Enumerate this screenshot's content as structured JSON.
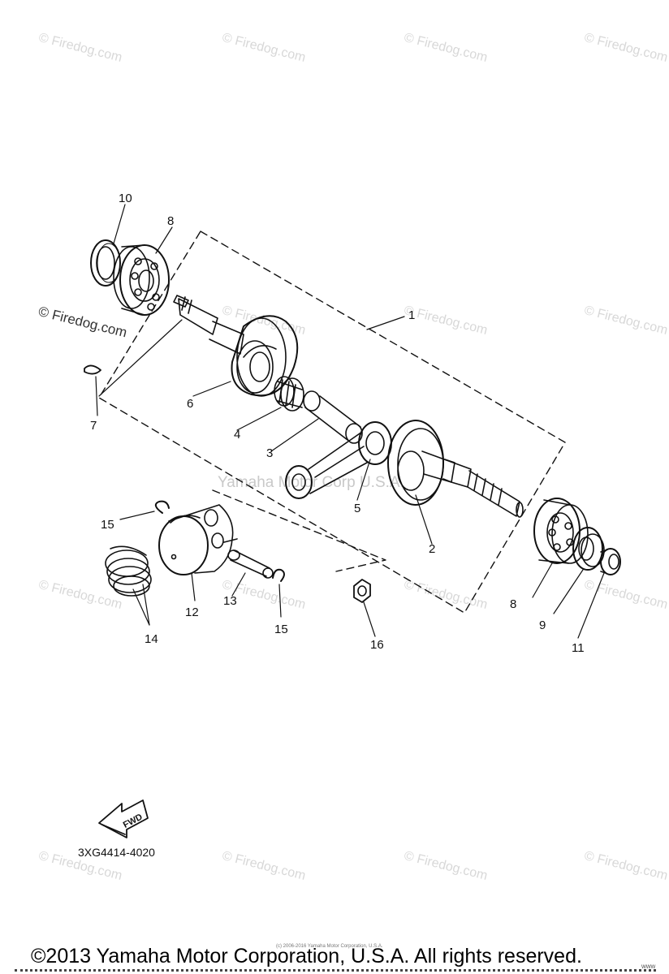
{
  "watermark": {
    "text": "© Firedog.com",
    "center_text": "Yamaha Motor Corp U.S.A."
  },
  "callouts": {
    "n1": "1",
    "n2": "2",
    "n3": "3",
    "n4": "4",
    "n5": "5",
    "n6": "6",
    "n7": "7",
    "n8a": "8",
    "n8b": "8",
    "n9": "9",
    "n10": "10",
    "n11": "11",
    "n12": "12",
    "n13": "13",
    "n14": "14",
    "n15a": "15",
    "n15b": "15",
    "n16": "16"
  },
  "fwd_label": "FWD",
  "diagram_code": "3XG4414-4020",
  "fine_print": "(c) 2006-2016 Yamaha Motor Corporation, U.S.A.",
  "copyright": "©2013 Yamaha Motor Corporation, U.S.A. All rights reserved.",
  "ruler_tail": "www"
}
